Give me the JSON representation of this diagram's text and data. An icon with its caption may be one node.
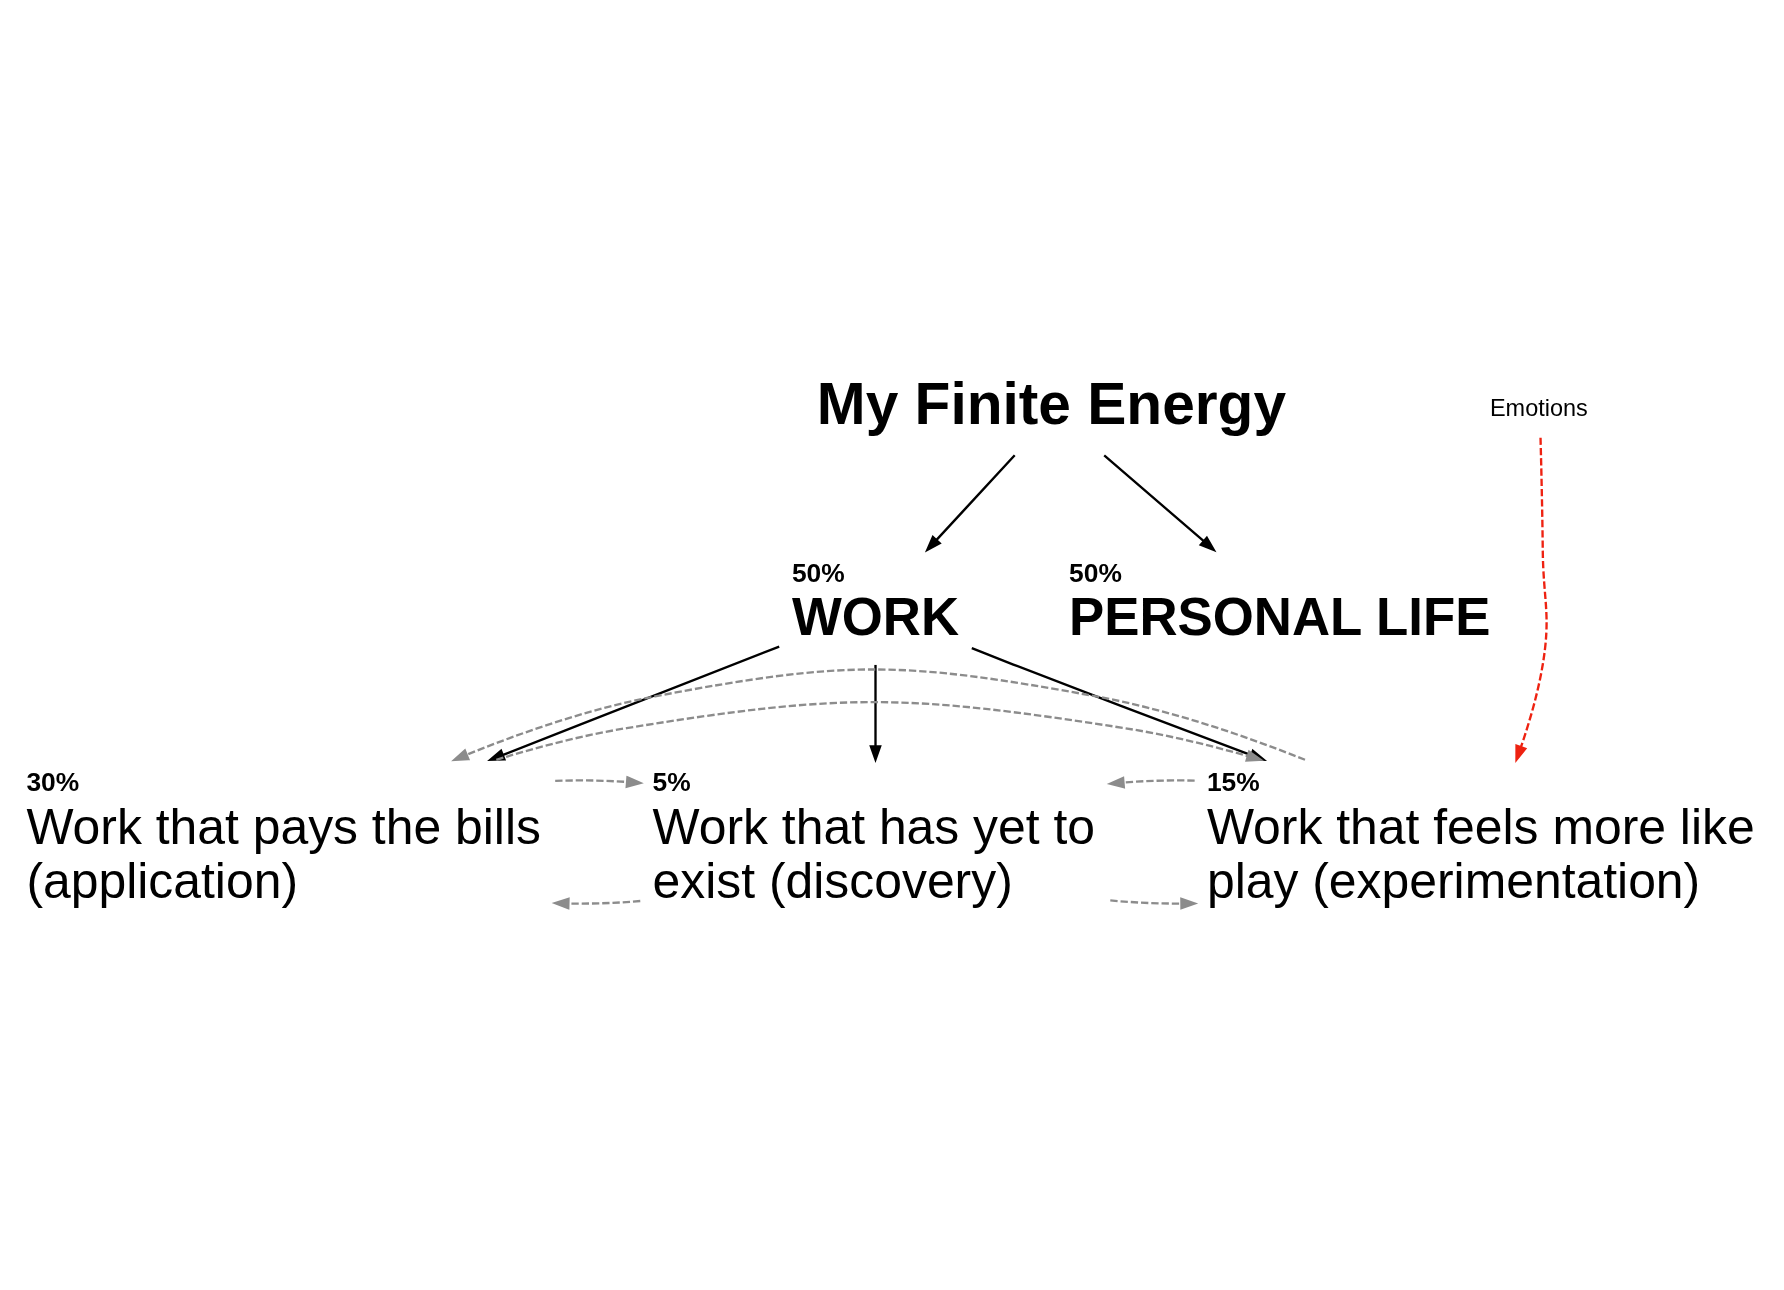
{
  "diagram": {
    "nodes": [
      {
        "text": [
          "My Finite Energy"
        ]
      },
      {
        "text": [
          "50%",
          "WORK"
        ]
      },
      {
        "text": [
          "50%",
          "PERSONAL LIFE"
        ]
      },
      {
        "text": [
          "30%",
          "Work that pays the bills (application)"
        ]
      },
      {
        "text": [
          "5%",
          "Work that has yet to exist (discovery)"
        ]
      },
      {
        "text": [
          "15%",
          "Work that feels more like play (experimentation)"
        ]
      },
      {
        "text": [
          "Emotions"
        ]
      }
    ],
    "edges": [
      {
        "from": 0,
        "to": 1,
        "arrow": "to",
        "color": "#000000"
      },
      {
        "from": 0,
        "to": 2,
        "arrow": "to",
        "color": "#000000"
      },
      {
        "from": 1,
        "to": 3,
        "arrow": "to",
        "color": "#000000"
      },
      {
        "from": 1,
        "to": 4,
        "arrow": "to",
        "color": "#000000"
      },
      {
        "from": 1,
        "to": 5,
        "arrow": "to",
        "color": "#000000"
      },
      {
        "from": 3,
        "to": 5,
        "arrow": "to",
        "style": "dashed"
      },
      {
        "from": 5,
        "to": 3,
        "arrow": "to",
        "style": "dashed"
      },
      {
        "from": 4,
        "to": 3,
        "arrow": "to",
        "style": "dashed"
      },
      {
        "from": 3,
        "to": 4,
        "arrow": "to",
        "style": "dashed"
      },
      {
        "from": 4,
        "to": 5,
        "arrow": "to",
        "style": "dashed"
      },
      {
        "from": 5,
        "to": 4,
        "arrow": "to",
        "style": "dashed"
      },
      {
        "from": 6,
        "to": 5,
        "arrow": "to",
        "style": "dashed",
        "color": "#ee2211"
      }
    ]
  }
}
